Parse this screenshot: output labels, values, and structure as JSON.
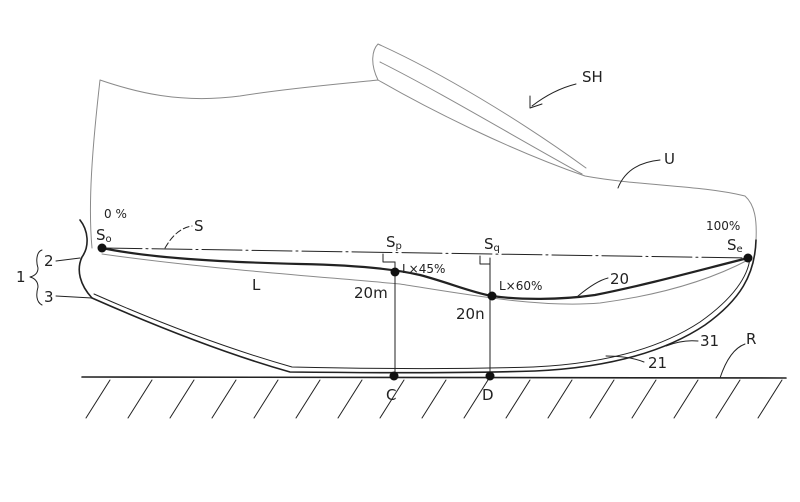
{
  "labels": {
    "sh": "SH",
    "u": "U",
    "s": "S",
    "pct0": "0 %",
    "pct100": "100%",
    "so_main": "S",
    "so_sub": "o",
    "se_main": "S",
    "se_sub": "e",
    "sp_main": "S",
    "sp_sub": "p",
    "sq_main": "S",
    "sq_sub": "q",
    "l45": "L×45%",
    "l60": "L×60%",
    "l": "L",
    "n20": "20",
    "n20m": "20m",
    "n20n": "20n",
    "n1": "1",
    "n2": "2",
    "n3": "3",
    "n31": "31",
    "n21": "21",
    "r": "R",
    "c": "C",
    "d": "D"
  }
}
